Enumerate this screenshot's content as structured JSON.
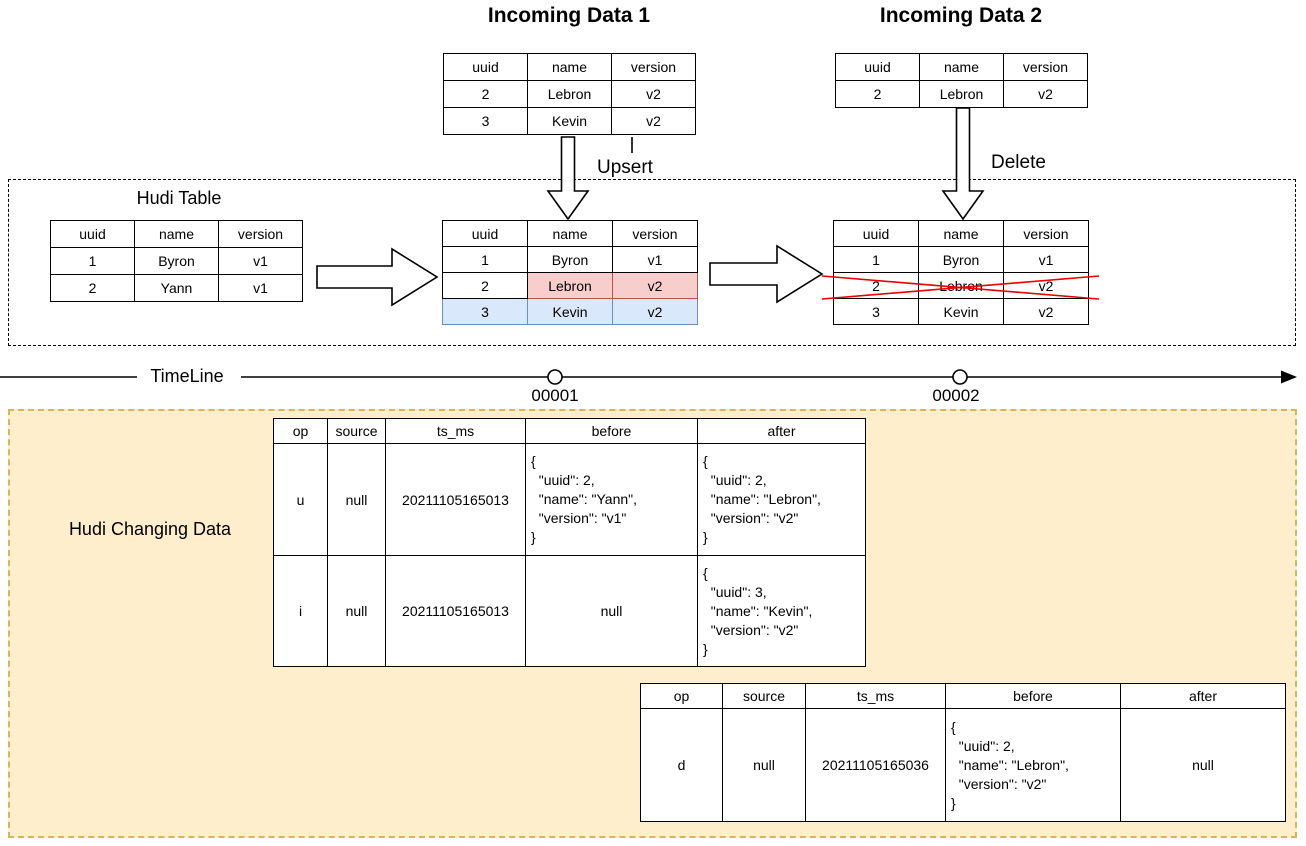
{
  "titles": {
    "incoming1": "Incoming Data 1",
    "incoming2": "Incoming Data 2",
    "hudi_table": "Hudi Table",
    "hudi_changing": "Hudi Changing Data"
  },
  "labels": {
    "upsert": "Upsert",
    "delete": "Delete",
    "timeline": "TimeLine",
    "commit1": "00001",
    "commit2": "00002"
  },
  "colors": {
    "red_fill": "#f8cecc",
    "red_border": "#b85450",
    "blue_fill": "#dae8fc",
    "blue_border": "#6c8ebf",
    "yellow_region_fill": "#ffeecb",
    "yellow_region_border": "#d6b656",
    "cross_out_red": "#e60000"
  },
  "mini_headers": [
    "uuid",
    "name",
    "version"
  ],
  "tables": {
    "incoming1": {
      "rows": [
        [
          "2",
          "Lebron",
          "v2"
        ],
        [
          "3",
          "Kevin",
          "v2"
        ]
      ]
    },
    "incoming2": {
      "rows": [
        [
          "2",
          "Lebron",
          "v2"
        ]
      ]
    },
    "hudi_initial": {
      "rows": [
        [
          "1",
          "Byron",
          "v1"
        ],
        [
          "2",
          "Yann",
          "v1"
        ]
      ]
    },
    "hudi_after_upsert": {
      "rows": [
        [
          "1",
          "Byron",
          "v1"
        ],
        [
          "2",
          "Lebron",
          "v2"
        ],
        [
          "3",
          "Kevin",
          "v2"
        ]
      ]
    },
    "hudi_after_delete": {
      "rows": [
        [
          "1",
          "Byron",
          "v1"
        ],
        [
          "2",
          "Lebron",
          "v2"
        ],
        [
          "3",
          "Kevin",
          "v2"
        ]
      ]
    }
  },
  "cdc_headers": [
    "op",
    "source",
    "ts_ms",
    "before",
    "after"
  ],
  "cdc_commit1": {
    "rows": [
      {
        "op": "u",
        "source": "null",
        "ts_ms": "20211105165013",
        "before": "{\n  \"uuid\": 2,\n  \"name\": \"Yann\",\n  \"version\": \"v1\"\n}",
        "after": "{\n  \"uuid\": 2,\n  \"name\": \"Lebron\",\n  \"version\": \"v2\"\n}"
      },
      {
        "op": "i",
        "source": "null",
        "ts_ms": "20211105165013",
        "before": "null",
        "after": "{\n  \"uuid\": 3,\n  \"name\": \"Kevin\",\n  \"version\": \"v2\"\n}"
      }
    ]
  },
  "cdc_commit2": {
    "rows": [
      {
        "op": "d",
        "source": "null",
        "ts_ms": "20211105165036",
        "before": "{\n  \"uuid\": 2,\n  \"name\": \"Lebron\",\n  \"version\": \"v2\"\n}",
        "after": "null"
      }
    ]
  }
}
